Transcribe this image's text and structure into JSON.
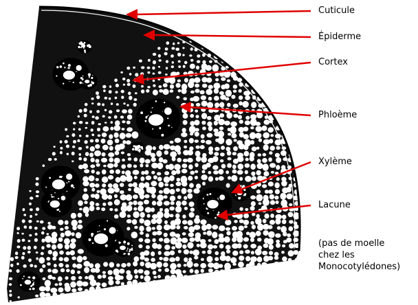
{
  "labels": [
    {
      "id": "cuticule",
      "text": "Cuticule"
    },
    {
      "id": "epiderme",
      "text": "Épiderme"
    },
    {
      "id": "cortex",
      "text": "Cortex"
    },
    {
      "id": "phloeme",
      "text": "Phloème"
    },
    {
      "id": "xyleme",
      "text": "Xylème"
    },
    {
      "id": "lacune",
      "text": "Lacune"
    }
  ],
  "note": {
    "line1": "(pas de moelle",
    "line2": "chez les",
    "line3": "Monocotylédones)"
  },
  "colors": {
    "arrow": "#e00000",
    "ink": "#000000",
    "cell_fill": "#ffffff"
  }
}
